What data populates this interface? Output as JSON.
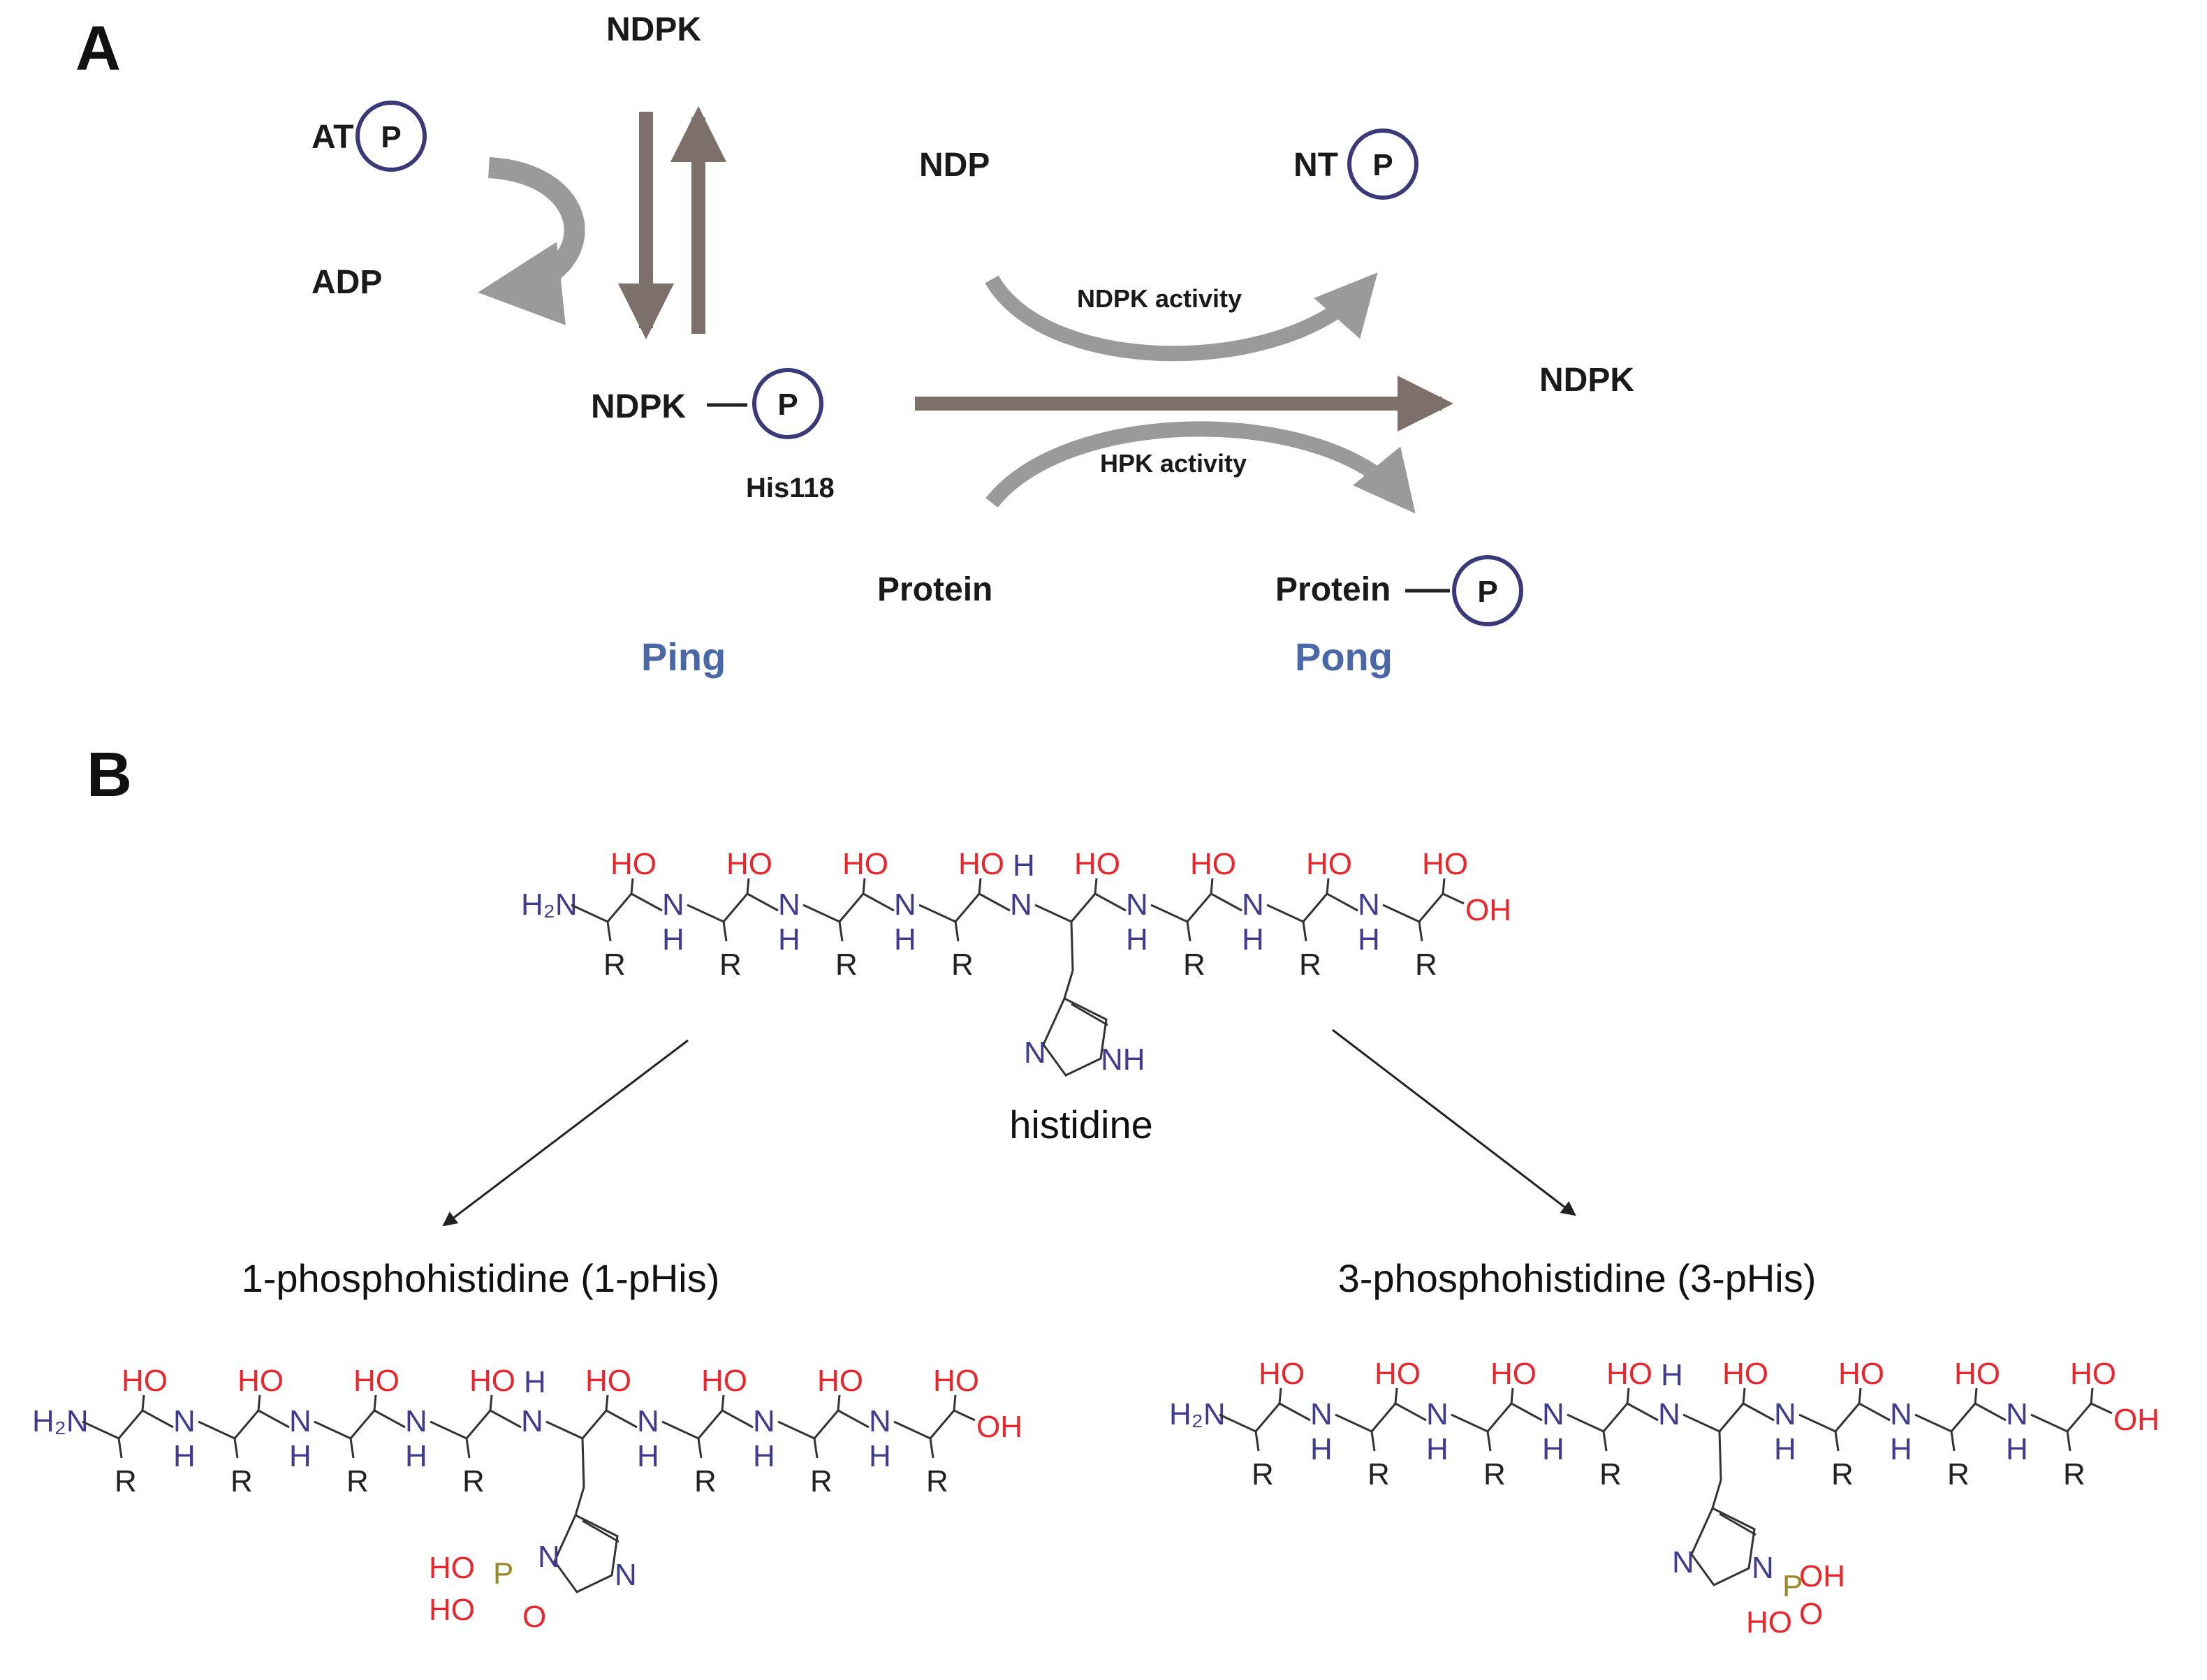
{
  "panelA": {
    "label": "A",
    "ndpk_top": "NDPK",
    "atp_prefix": "AT",
    "p": "P",
    "adp": "ADP",
    "ndp": "NDP",
    "ntp_prefix": "NT",
    "ndpk_activity": "NDPK activity",
    "ndpk_p": "NDPK",
    "his118": "His118",
    "ndpk_right": "NDPK",
    "hpk_activity": "HPK activity",
    "protein": "Protein",
    "protein_p": "Protein",
    "ping": "Ping",
    "pong": "Pong"
  },
  "panelB": {
    "label": "B",
    "top_caption": "histidine",
    "left_caption": "1-phosphohistidine (1-pHis)",
    "right_caption": "3-phosphohistidine (3-pHis)",
    "atoms": {
      "HO": "HO",
      "OH": "OH",
      "H2N": "H₂N",
      "N": "N",
      "H": "H",
      "R": "R",
      "NH": "NH",
      "P": "P",
      "O": "O"
    }
  },
  "colors": {
    "arrow": "#7d706b",
    "curve": "#9a9a9a",
    "ping_pong": "#4a67a8",
    "oxygen": "#e8262b",
    "nitrogen": "#3f3c8f",
    "phosphorus": "#9a8a2a"
  }
}
